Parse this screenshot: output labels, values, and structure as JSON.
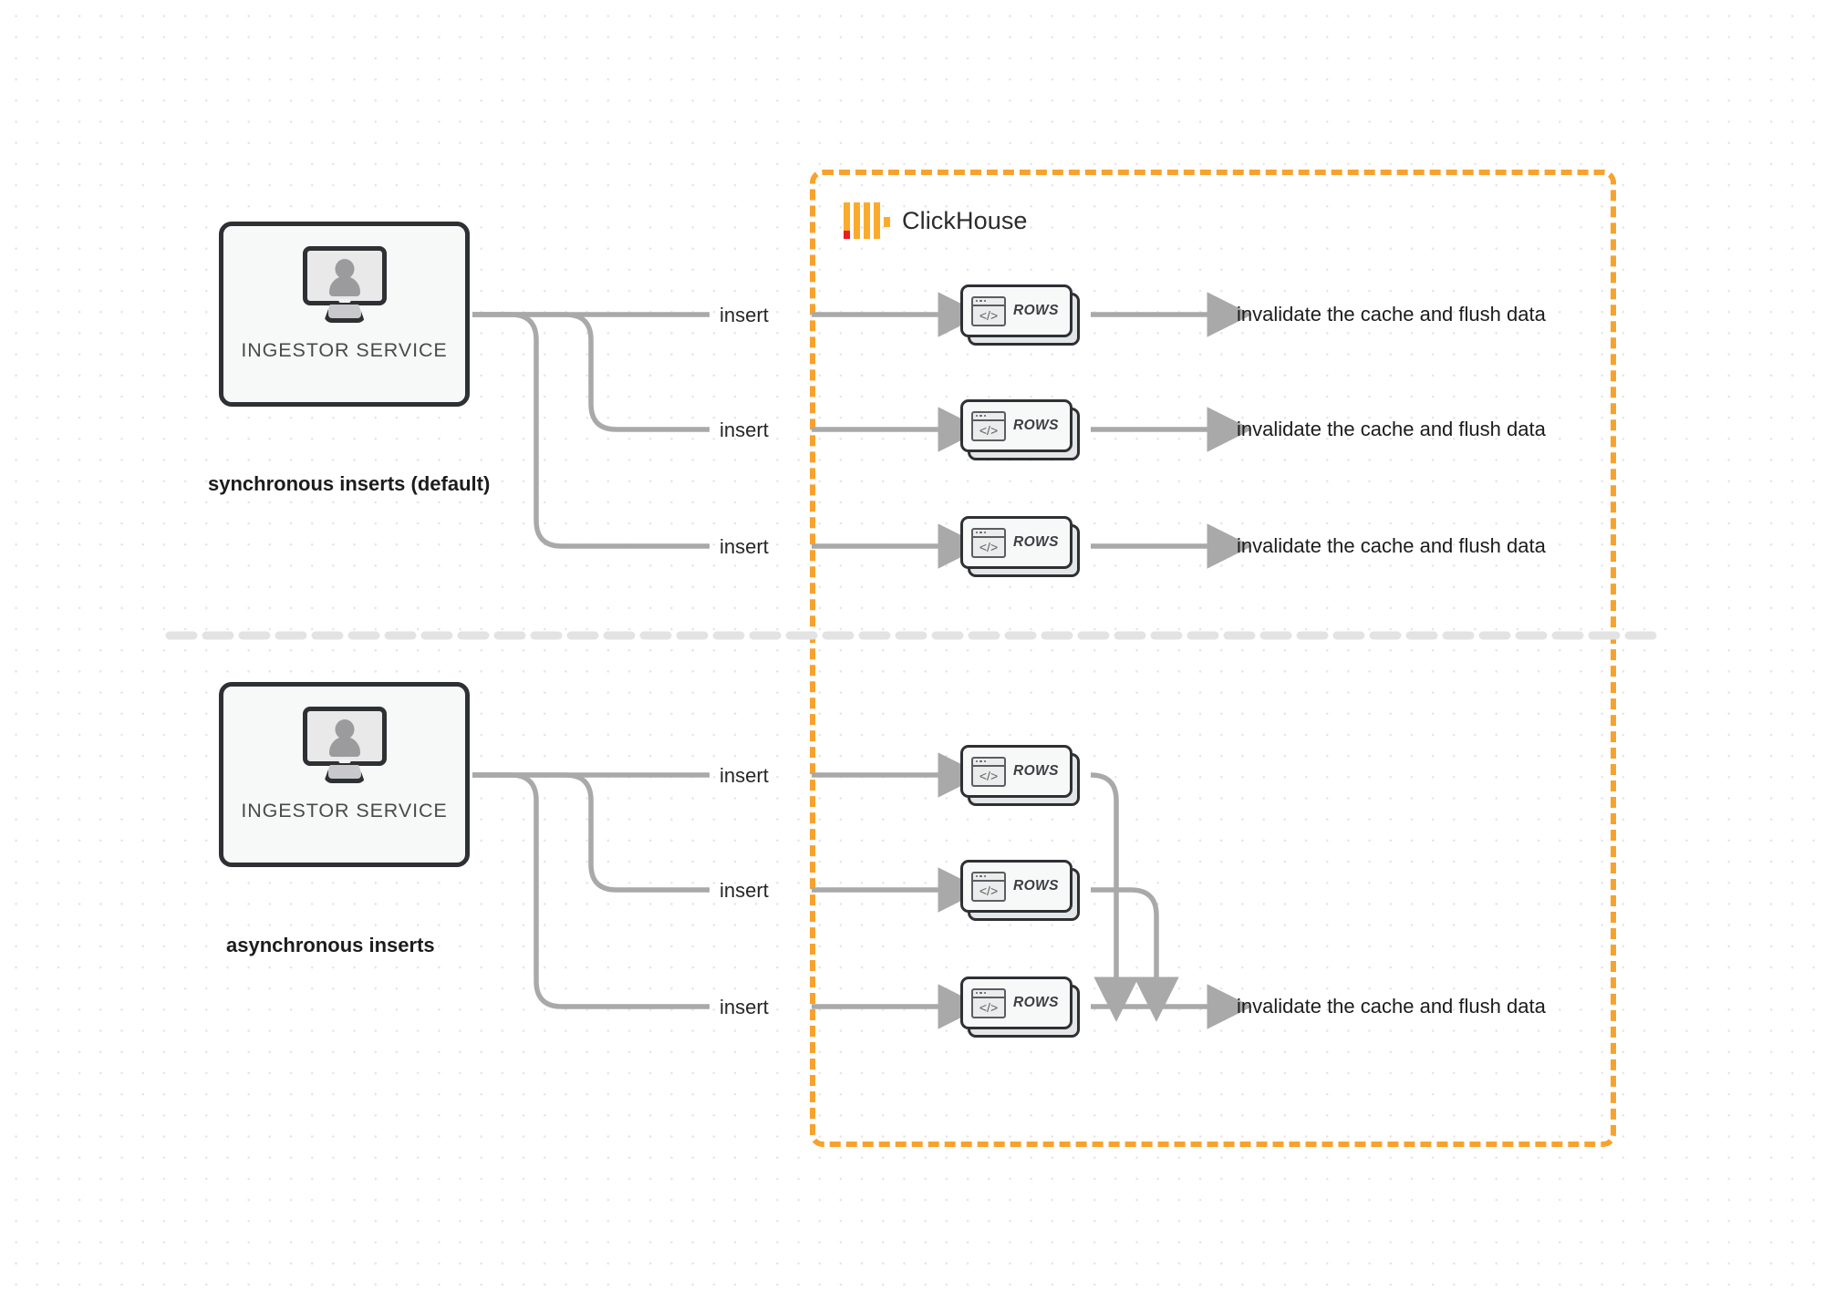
{
  "diagram": {
    "title": "ClickHouse synchronous vs asynchronous inserts",
    "colors": {
      "orange_dashed_border": "#F8A22E",
      "clickhouse_logo_yellow": "#FAAB2C",
      "clickhouse_logo_red": "#ED1C24",
      "wire_gray": "#A9A9A9",
      "node_outline": "#2e3033",
      "node_fill": "#f7f8f8",
      "background": "#ffffff",
      "grid_dot": "#e6e4e4",
      "divider_gray": "#e3e3e3"
    },
    "clickhouse_region": {
      "label": "ClickHouse",
      "logo_name": "clickhouse-logo-icon",
      "border_style": "dashed"
    },
    "sections": [
      {
        "id": "synchronous",
        "caption": "synchronous inserts (default)",
        "source": {
          "label": "INGESTOR SERVICE",
          "icon": "monitor-user-icon"
        },
        "edges_in": [
          "insert",
          "insert",
          "insert"
        ],
        "nodes": [
          {
            "label": "ROWS",
            "icon": "code-window-icon"
          },
          {
            "label": "ROWS",
            "icon": "code-window-icon"
          },
          {
            "label": "ROWS",
            "icon": "code-window-icon"
          }
        ],
        "edges_out": [
          "invalidate the cache and flush data",
          "invalidate the cache and flush data",
          "invalidate the cache and flush data"
        ]
      },
      {
        "id": "asynchronous",
        "caption": "asynchronous inserts",
        "source": {
          "label": "INGESTOR SERVICE",
          "icon": "monitor-user-icon"
        },
        "edges_in": [
          "insert",
          "insert",
          "insert"
        ],
        "nodes": [
          {
            "label": "ROWS",
            "icon": "code-window-icon"
          },
          {
            "label": "ROWS",
            "icon": "code-window-icon"
          },
          {
            "label": "ROWS",
            "icon": "code-window-icon"
          }
        ],
        "edges_out": [
          "invalidate the cache and flush data"
        ]
      }
    ]
  }
}
